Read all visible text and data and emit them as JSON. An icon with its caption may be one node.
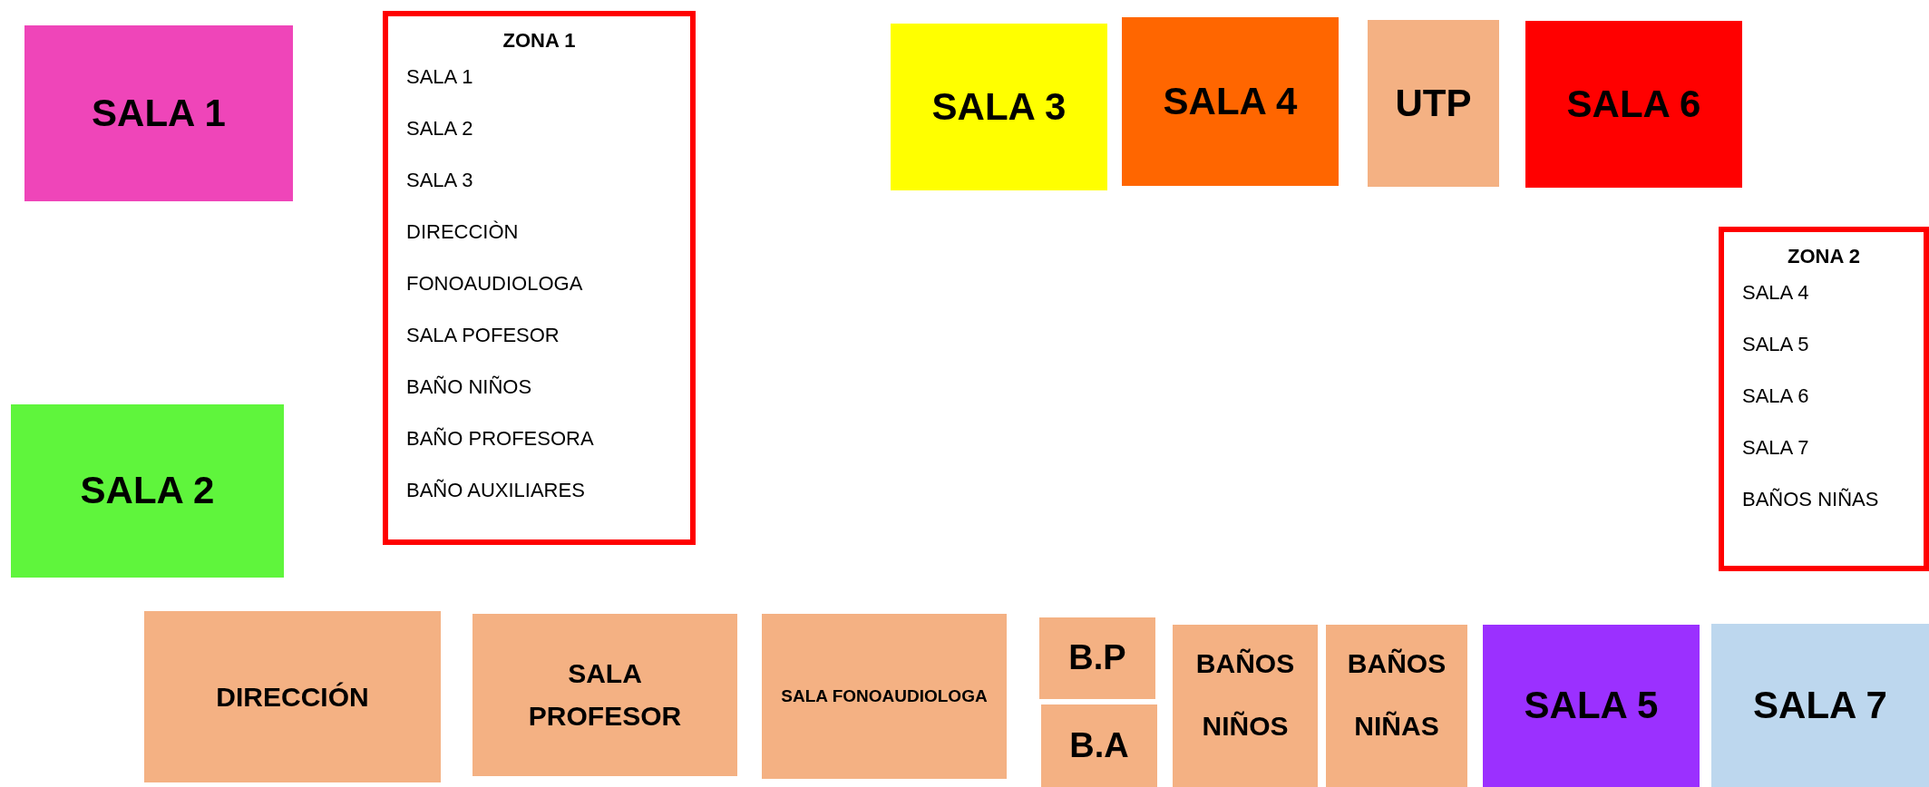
{
  "diagram": {
    "nodes": [
      {
        "text": [
          "SALA 1"
        ]
      },
      {
        "text": [
          "ZONA 1",
          "SALA 1",
          "SALA 2",
          "SALA 3",
          "DIRECCIÒN",
          "FONOAUDIOLOGA",
          "SALA POFESOR",
          "BAÑO NIÑOS",
          "BAÑO PROFESORA",
          "BAÑO AUXILIARES"
        ]
      },
      {
        "text": [
          "SALA 3"
        ]
      },
      {
        "text": [
          "SALA 4"
        ]
      },
      {
        "text": [
          "UTP"
        ]
      },
      {
        "text": [
          "SALA 6"
        ]
      },
      {
        "text": [
          "ZONA 2",
          "SALA 4",
          "SALA 5",
          "SALA 6",
          "SALA 7",
          "BAÑOS NIÑAS"
        ]
      },
      {
        "text": [
          "SALA 2"
        ]
      },
      {
        "text": [
          "DIRECCIÓN"
        ]
      },
      {
        "text": [
          "SALA PROFESOR"
        ]
      },
      {
        "text": [
          "SALA FONOAUDIOLOGA"
        ]
      },
      {
        "text": [
          "B.P"
        ]
      },
      {
        "text": [
          "B.A"
        ]
      },
      {
        "text": [
          "BAÑOS NIÑOS"
        ]
      },
      {
        "text": [
          "BAÑOS NIÑAS"
        ]
      },
      {
        "text": [
          "SALA 5"
        ]
      },
      {
        "text": [
          "SALA 7"
        ]
      }
    ]
  }
}
